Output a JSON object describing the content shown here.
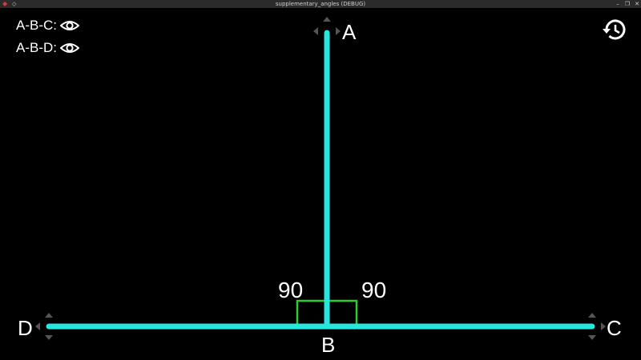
{
  "window": {
    "title": "supplementary_angles (DEBUG)",
    "buttons": [
      "–",
      "❐",
      "✕"
    ]
  },
  "toggles": [
    {
      "label": "A-B-C:",
      "icon": "eye-icon"
    },
    {
      "label": "A-B-D:",
      "icon": "eye-icon"
    }
  ],
  "history_icon": "history-icon",
  "points": {
    "A": "A",
    "B": "B",
    "C": "C",
    "D": "D"
  },
  "angles": {
    "abd": "90",
    "abc": "90"
  },
  "colors": {
    "line": "#27e6de",
    "angle_marker": "#2ecc2e",
    "handle": "#555555",
    "background": "#000000"
  }
}
